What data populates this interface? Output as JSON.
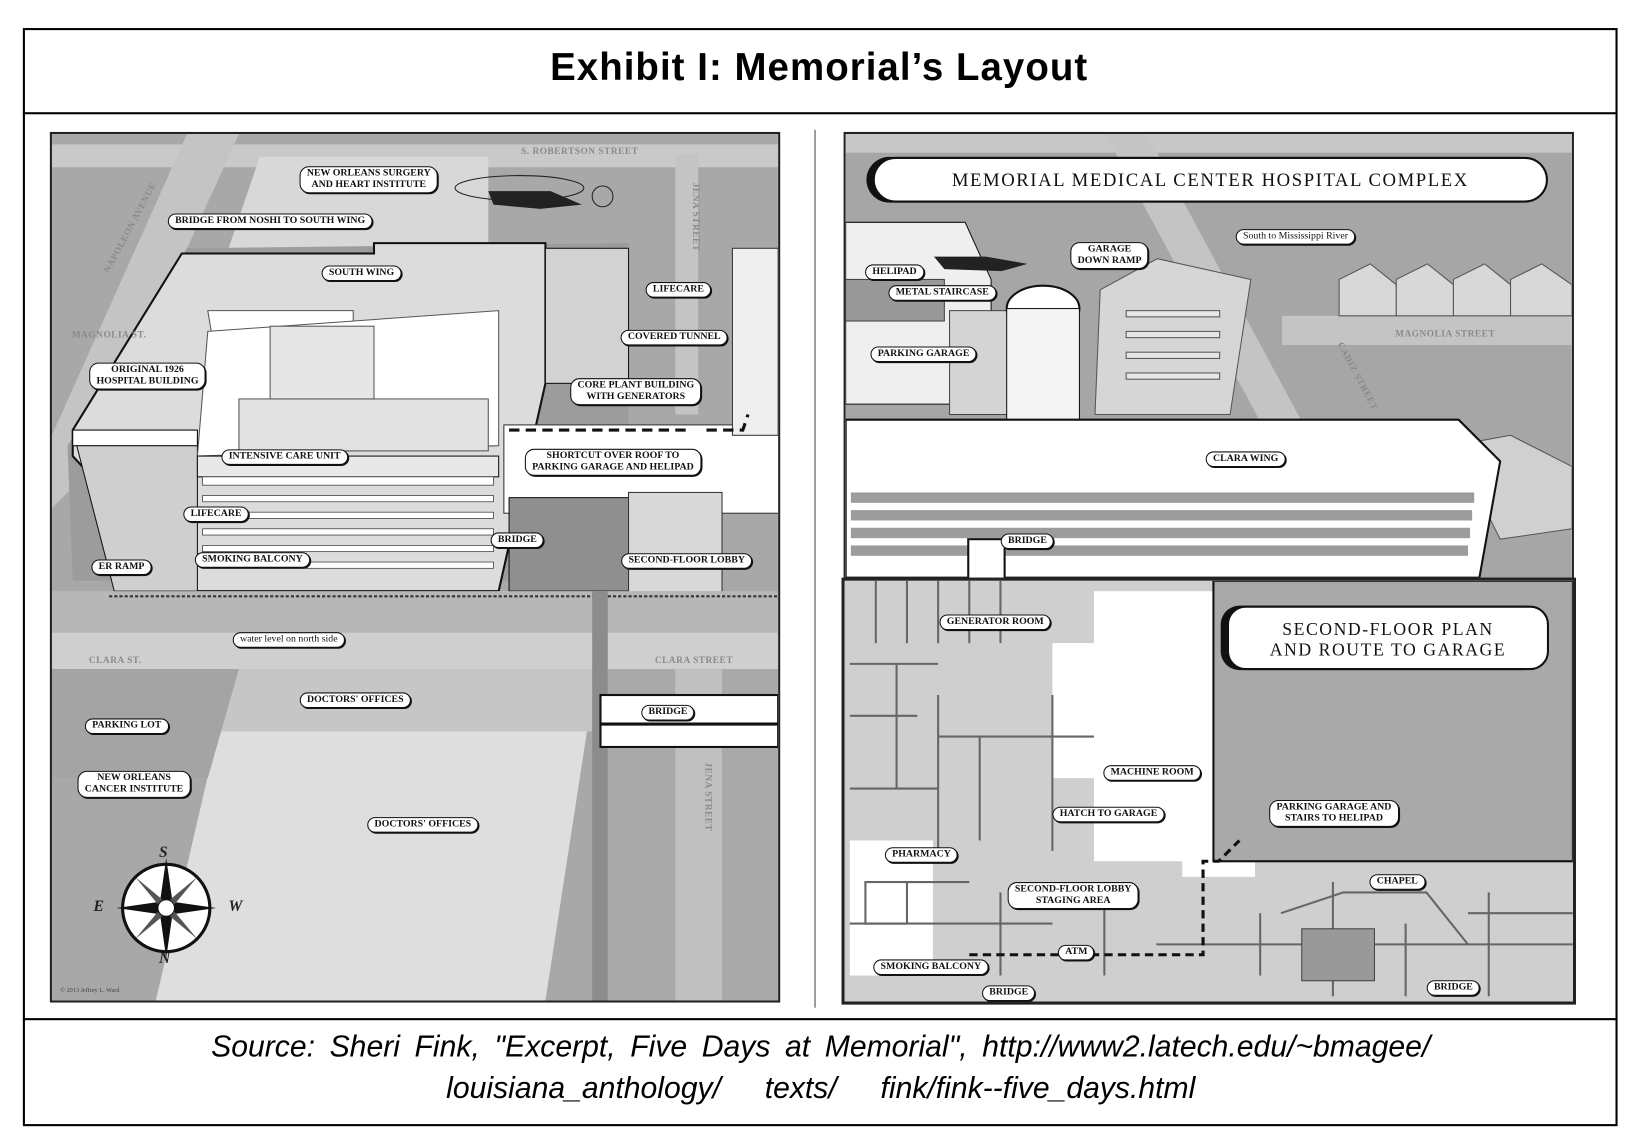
{
  "title": "Exhibit I: Memorial’s Layout",
  "source": {
    "line1": "Source: Sheri Fink, \"Excerpt, Five Days at Memorial\", http://www2.latech.edu/~bmagee/",
    "line2": "louisiana_anthology/   texts/   fink/fink--five_days.html"
  },
  "left_map": {
    "streets": {
      "robertson": "S. ROBERTSON STREET",
      "napoleon": "NAPOLEON AVENUE",
      "jena_top": "JENA STREET",
      "magnolia": "MAGNOLIA ST.",
      "clara_left": "CLARA ST.",
      "clara_right": "CLARA STREET",
      "jena_bottom": "JENA STREET"
    },
    "labels": {
      "noshi_1": "NEW ORLEANS SURGERY",
      "noshi_2": "AND HEART INSTITUTE",
      "bridge_noshi": "BRIDGE FROM NOSHI TO SOUTH WING",
      "south_wing": "SOUTH WING",
      "lifecare_top": "LIFECARE",
      "covered_tunnel": "COVERED TUNNEL",
      "original_1": "ORIGINAL 1926",
      "original_2": "HOSPITAL BUILDING",
      "core_1": "CORE PLANT BUILDING",
      "core_2": "WITH GENERATORS",
      "shortcut_1": "SHORTCUT OVER ROOF TO",
      "shortcut_2": "PARKING GARAGE AND HELIPAD",
      "icu": "INTENSIVE CARE UNIT",
      "lifecare_low": "LIFECARE",
      "bridge_mid": "BRIDGE",
      "smoking": "SMOKING BALCONY",
      "lobby": "SECOND-FLOOR LOBBY",
      "er_ramp": "ER RAMP",
      "water": "water level on north side",
      "doctors_1": "DOCTORS' OFFICES",
      "bridge_low": "BRIDGE",
      "parking_lot": "PARKING LOT",
      "cancer_1": "NEW ORLEANS",
      "cancer_2": "CANCER INSTITUTE",
      "doctors_2": "DOCTORS' OFFICES"
    },
    "compass": {
      "s": "S",
      "e": "E",
      "w": "W",
      "n": "N"
    },
    "copyright": "© 2013 Jeffrey L. Ward"
  },
  "right_map": {
    "title": "MEMORIAL MEDICAL CENTER HOSPITAL COMPLEX",
    "labels": {
      "south_river": "South to Mississippi River",
      "ramp_1": "GARAGE",
      "ramp_2": "DOWN RAMP",
      "helipad": "HELIPAD",
      "staircase": "METAL STAIRCASE",
      "parking_garage": "PARKING GARAGE",
      "clara_wing": "CLARA WING",
      "bridge": "BRIDGE"
    },
    "streets": {
      "magnolia": "MAGNOLIA STREET",
      "cadiz": "CADIZ STREET"
    }
  },
  "floor_plan": {
    "title_1": "SECOND-FLOOR PLAN",
    "title_2": "AND ROUTE TO GARAGE",
    "labels": {
      "generator": "GENERATOR ROOM",
      "machine": "MACHINE ROOM",
      "hatch": "HATCH TO GARAGE",
      "garage_1": "PARKING GARAGE AND",
      "garage_2": "STAIRS TO HELIPAD",
      "pharmacy": "PHARMACY",
      "staging_1": "SECOND-FLOOR LOBBY",
      "staging_2": "STAGING AREA",
      "chapel": "CHAPEL",
      "atm": "ATM",
      "smoking": "SMOKING BALCONY",
      "bridge_left": "BRIDGE",
      "bridge_right": "BRIDGE"
    }
  }
}
